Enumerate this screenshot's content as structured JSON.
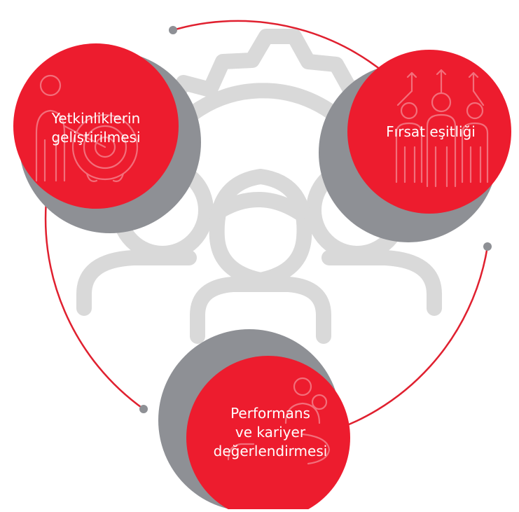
{
  "colors": {
    "accent_red": "#ED1C2E",
    "shadow_gray": "#8E9095",
    "icon_gray": "#D8D8D8",
    "dot_gray": "#8E9095",
    "ring_red": "#E0202F"
  },
  "background_icon": "team-gear-people-icon",
  "nodes": [
    {
      "id": "competency",
      "lines": [
        "Yetkinliklerin",
        "geliştirilmesi"
      ],
      "icon": "person-target-icon"
    },
    {
      "id": "equality",
      "lines": [
        "Fırsat eşitliği"
      ],
      "icon": "group-arrows-up-icon"
    },
    {
      "id": "performance",
      "lines": [
        "Performans",
        "ve kariyer",
        "değerlendirmesi"
      ],
      "icon": "people-evaluation-icon"
    }
  ]
}
